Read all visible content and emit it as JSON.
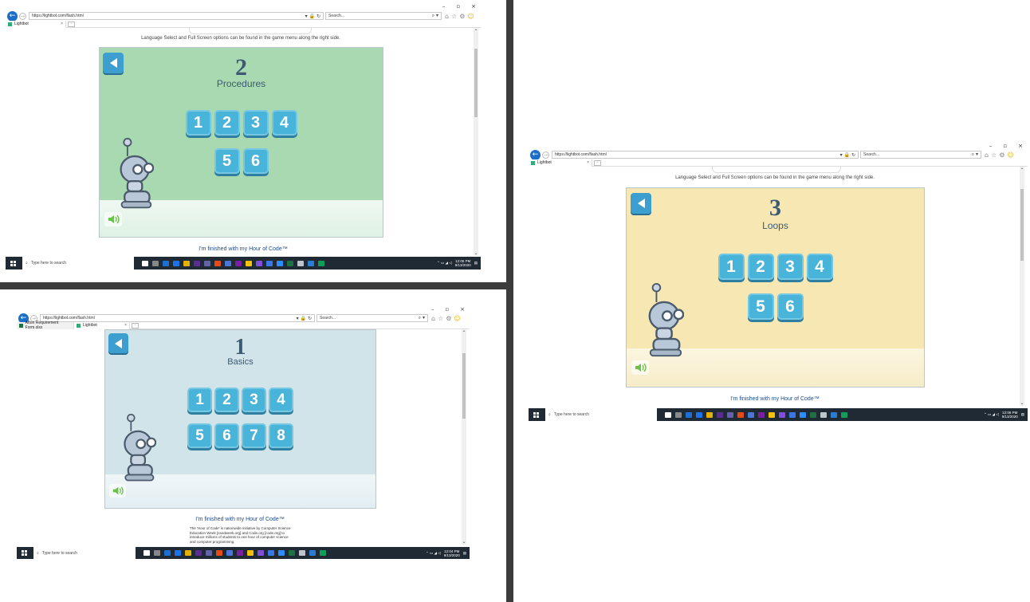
{
  "browser": {
    "url": "https://lightbot.com/flash.html",
    "search_placeholder": "Search...",
    "tab_lightbot": "Lightbot",
    "tab_afton": "Afton Requirement Form.xlsx",
    "window_min": "–",
    "window_max": "▫",
    "window_close": "×"
  },
  "page": {
    "notice": "Language Select and Full Screen options can be found in the game menu along the right side.",
    "finished_link": "I'm finished with my Hour of Code™",
    "description": "The 'Hour of Code' is nationwide initiative by Computer Science Education Week [csedweek.org] and Code.org [code.org] to introduce millions of students to one hour of computer science and computer programming."
  },
  "taskbar": {
    "search_placeholder": "Type here to search"
  },
  "screens": {
    "procedures": {
      "level_number": "2",
      "level_name": "Procedures",
      "tiles_row1": [
        "1",
        "2",
        "3",
        "4"
      ],
      "tiles_row2": [
        "5",
        "6"
      ],
      "time": "12:05 PM",
      "date": "9/13/2020",
      "bg": "#a8d9b0"
    },
    "loops": {
      "level_number": "3",
      "level_name": "Loops",
      "tiles_row1": [
        "1",
        "2",
        "3",
        "4"
      ],
      "tiles_row2": [
        "5",
        "6"
      ],
      "time": "12:06 PM",
      "date": "9/13/2020",
      "bg": "#f7e7b2"
    },
    "basics": {
      "level_number": "1",
      "level_name": "Basics",
      "tiles_row1": [
        "1",
        "2",
        "3",
        "4"
      ],
      "tiles_row2": [
        "5",
        "6",
        "7",
        "8"
      ],
      "time": "12:04 PM",
      "date": "9/13/2020",
      "bg": "#d1e4ea"
    }
  },
  "colors": {
    "tile": "#49b4d9",
    "back_button": "#3d9fd0",
    "link": "#1a4b8c",
    "taskbar": "#202a35",
    "browser_back": "#1c6fc6"
  },
  "icons": [
    "back-arrow-icon",
    "forward-arrow-icon",
    "lock-icon",
    "refresh-icon",
    "search-icon",
    "home-icon",
    "star-icon",
    "gear-icon",
    "smiley-icon",
    "speaker-icon",
    "windows-icon"
  ]
}
